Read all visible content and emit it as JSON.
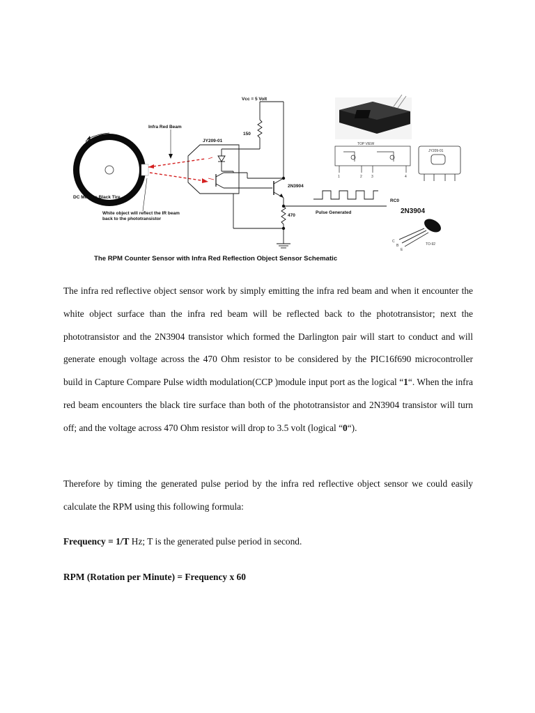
{
  "figure": {
    "vcc_label": "Vcc = 5 Volt",
    "beam_label": "Infra Red Beam",
    "sensor_label": "JY209-01",
    "cw_label": "CW",
    "motor_label": "DC Motor + Black Tire",
    "note_line1": "White object will reflect the IR beam",
    "note_line2": "back to the phototransistor",
    "r150_label": "150",
    "r470_label": "470",
    "q_label": "2N3904",
    "rc0_label": "RC0",
    "pulse_label": "Pulse Generated",
    "part_label": "2N3904",
    "top_view_label": "TOP VIEW",
    "pin1": "1",
    "pin2": "2",
    "pin3": "3",
    "pin4": "4",
    "pkg_label": "JY209-01",
    "to92_label": "TO-92",
    "pin_c": "C",
    "pin_b": "B",
    "pin_e": "E",
    "caption": "The RPM Counter Sensor with Infra Red Reflection Object Sensor Schematic"
  },
  "para1": {
    "a": "The infra red reflective object sensor work by simply emitting the infra red beam and when it encounter the white object surface than the infra red beam will be reflected back to the phototransistor; next the phototransistor and the 2N3904 transistor which formed the Darlington pair will start to conduct and will generate enough voltage across the 470 Ohm resistor to be considered by the PIC16f690 microcontroller build in Capture Compare Pulse width modulation(CCP )module input port as the logical “",
    "b1": "1",
    "c": "“. When the infra red beam encounters the black tire surface than both of the phototransistor and 2N3904 transistor will turn off; and the voltage across 470 Ohm resistor will drop to 3.5 volt (logical “",
    "b2": "0",
    "d": "“)."
  },
  "para2": "Therefore by timing the generated pulse period by the infra red reflective object sensor we could easily calculate the RPM using this following formula:",
  "formula1": {
    "bold": "Frequency = 1/T",
    "rest": " Hz; T is the generated pulse period in second."
  },
  "formula2": "RPM (Rotation per Minute) = Frequency x 60"
}
